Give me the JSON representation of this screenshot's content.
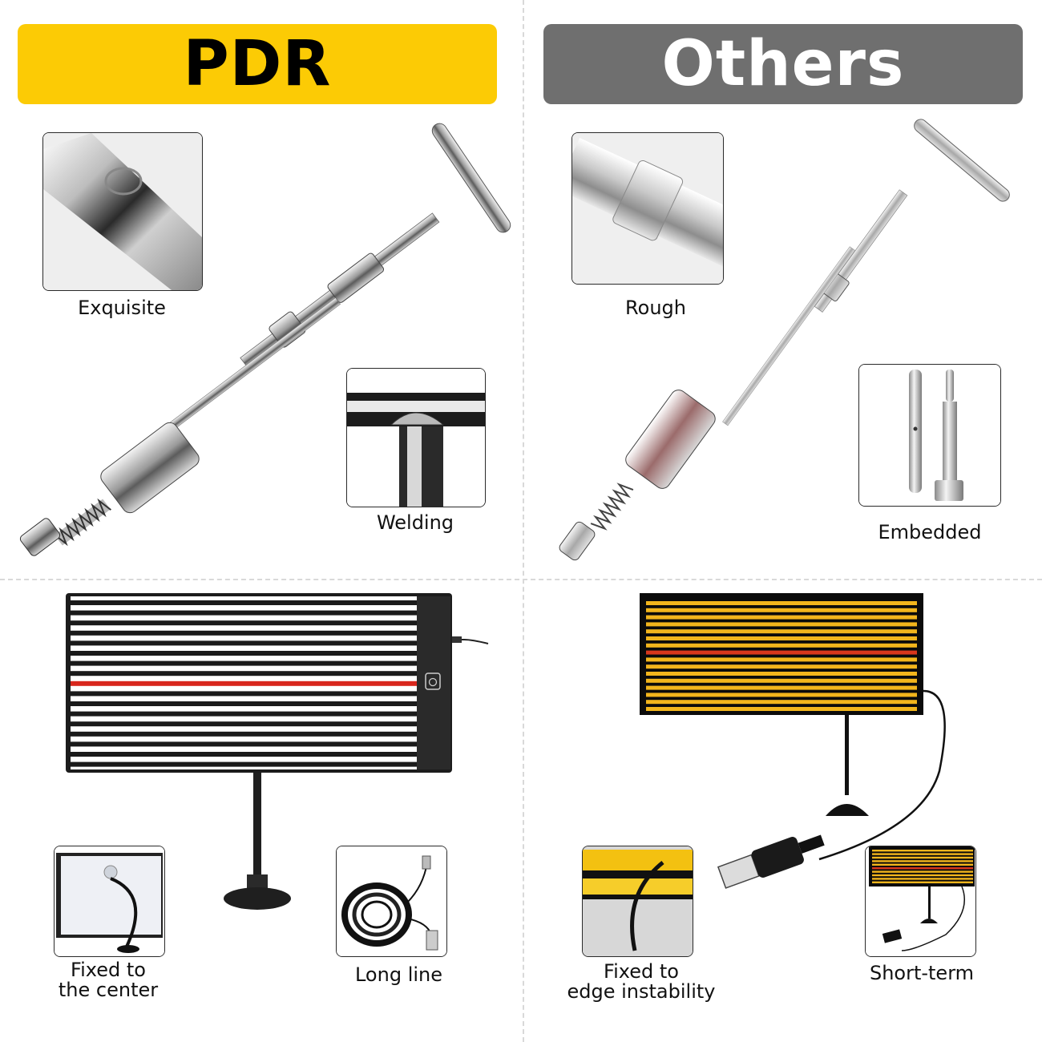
{
  "pdr": {
    "banner_label": "PDR",
    "banner_color": "#fccb05",
    "tool_captions": {
      "exquisite": "Exquisite",
      "welding": "Welding"
    },
    "board_captions": {
      "fixed_center_line1": "Fixed to",
      "fixed_center_line2": "the center",
      "long_line": "Long line"
    }
  },
  "others": {
    "banner_label": "Others",
    "banner_color": "#6f6f6f",
    "tool_captions": {
      "rough": "Rough",
      "embedded": "Embedded"
    },
    "board_captions": {
      "fixed_edge_line1": "Fixed to",
      "fixed_edge_line2": "edge instability",
      "short_term": "Short-term"
    }
  },
  "colors": {
    "stripe_red": "#d8261c",
    "stripe_yellow": "#f2b51c",
    "board_dark": "#1a1a1a"
  },
  "icons": [
    "slide-hammer-icon",
    "reflector-board-icon",
    "power-button-icon",
    "usb-cable-icon",
    "suction-stand-icon"
  ]
}
